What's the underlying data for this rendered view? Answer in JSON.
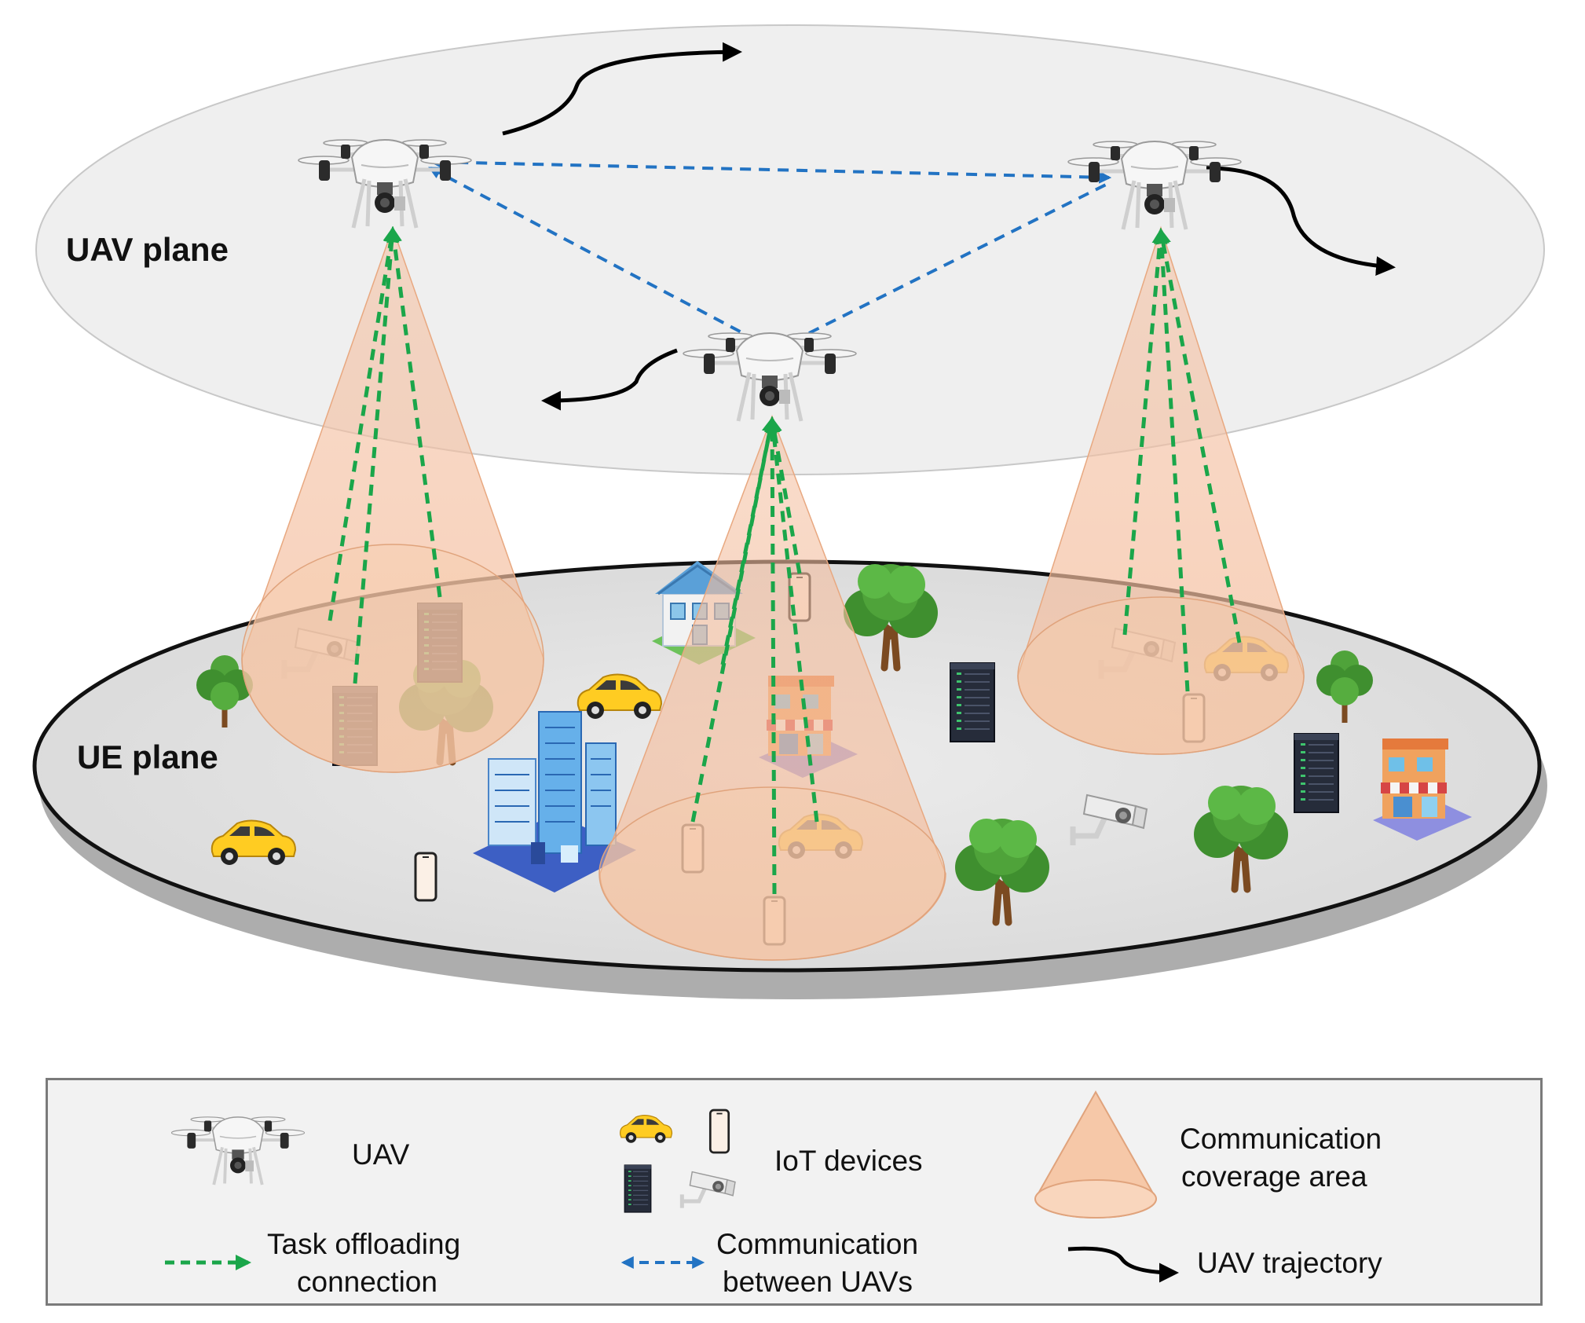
{
  "planes": {
    "uav_plane_label": "UAV plane",
    "ue_plane_label": "UE plane"
  },
  "legend": {
    "uav": "UAV",
    "iot_devices": "IoT devices",
    "coverage_line1": "Communication",
    "coverage_line2": "coverage  area",
    "task_line1": "Task offloading",
    "task_line2": "connection",
    "comm_line1": "Communication",
    "comm_line2": "between UAVs",
    "trajectory": "UAV trajectory"
  },
  "colors": {
    "task_offloading": "#1aa64a",
    "uav_communication": "#2273c3",
    "trajectory": "#000000",
    "coverage_fill": "#f6c8a8",
    "uav_plane": "#eeeeee",
    "ue_plane": "#e3e3e3"
  },
  "icons": [
    "drone-icon",
    "car-icon",
    "smartphone-icon",
    "server-rack-icon",
    "security-camera-icon",
    "tree-icon",
    "house-icon",
    "shop-icon",
    "city-buildings-icon"
  ]
}
